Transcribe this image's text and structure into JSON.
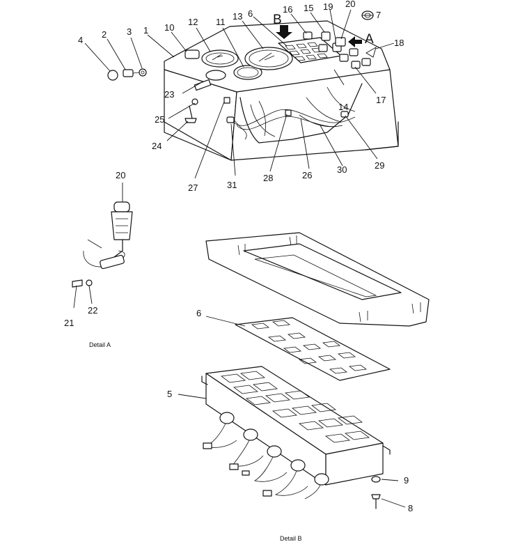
{
  "view_letters": {
    "b": "B",
    "a": "A"
  },
  "callouts": {
    "n1": "1",
    "n2": "2",
    "n3": "3",
    "n4": "4",
    "n5": "5",
    "n6_top": "6",
    "n6_detail": "6",
    "n7": "7",
    "n8": "8",
    "n9": "9",
    "n10": "10",
    "n11": "11",
    "n12": "12",
    "n13": "13",
    "n14": "14",
    "n15": "15",
    "n16": "16",
    "n17": "17",
    "n18": "18",
    "n19": "19",
    "n20_top": "20",
    "n20_detail": "20",
    "n21": "21",
    "n22": "22",
    "n23": "23",
    "n24": "24",
    "n25": "25",
    "n26": "26",
    "n27": "27",
    "n28": "28",
    "n29": "29",
    "n30": "30",
    "n31": "31"
  },
  "captions": {
    "detail_a": "Detail A",
    "detail_b": "Detail B"
  }
}
